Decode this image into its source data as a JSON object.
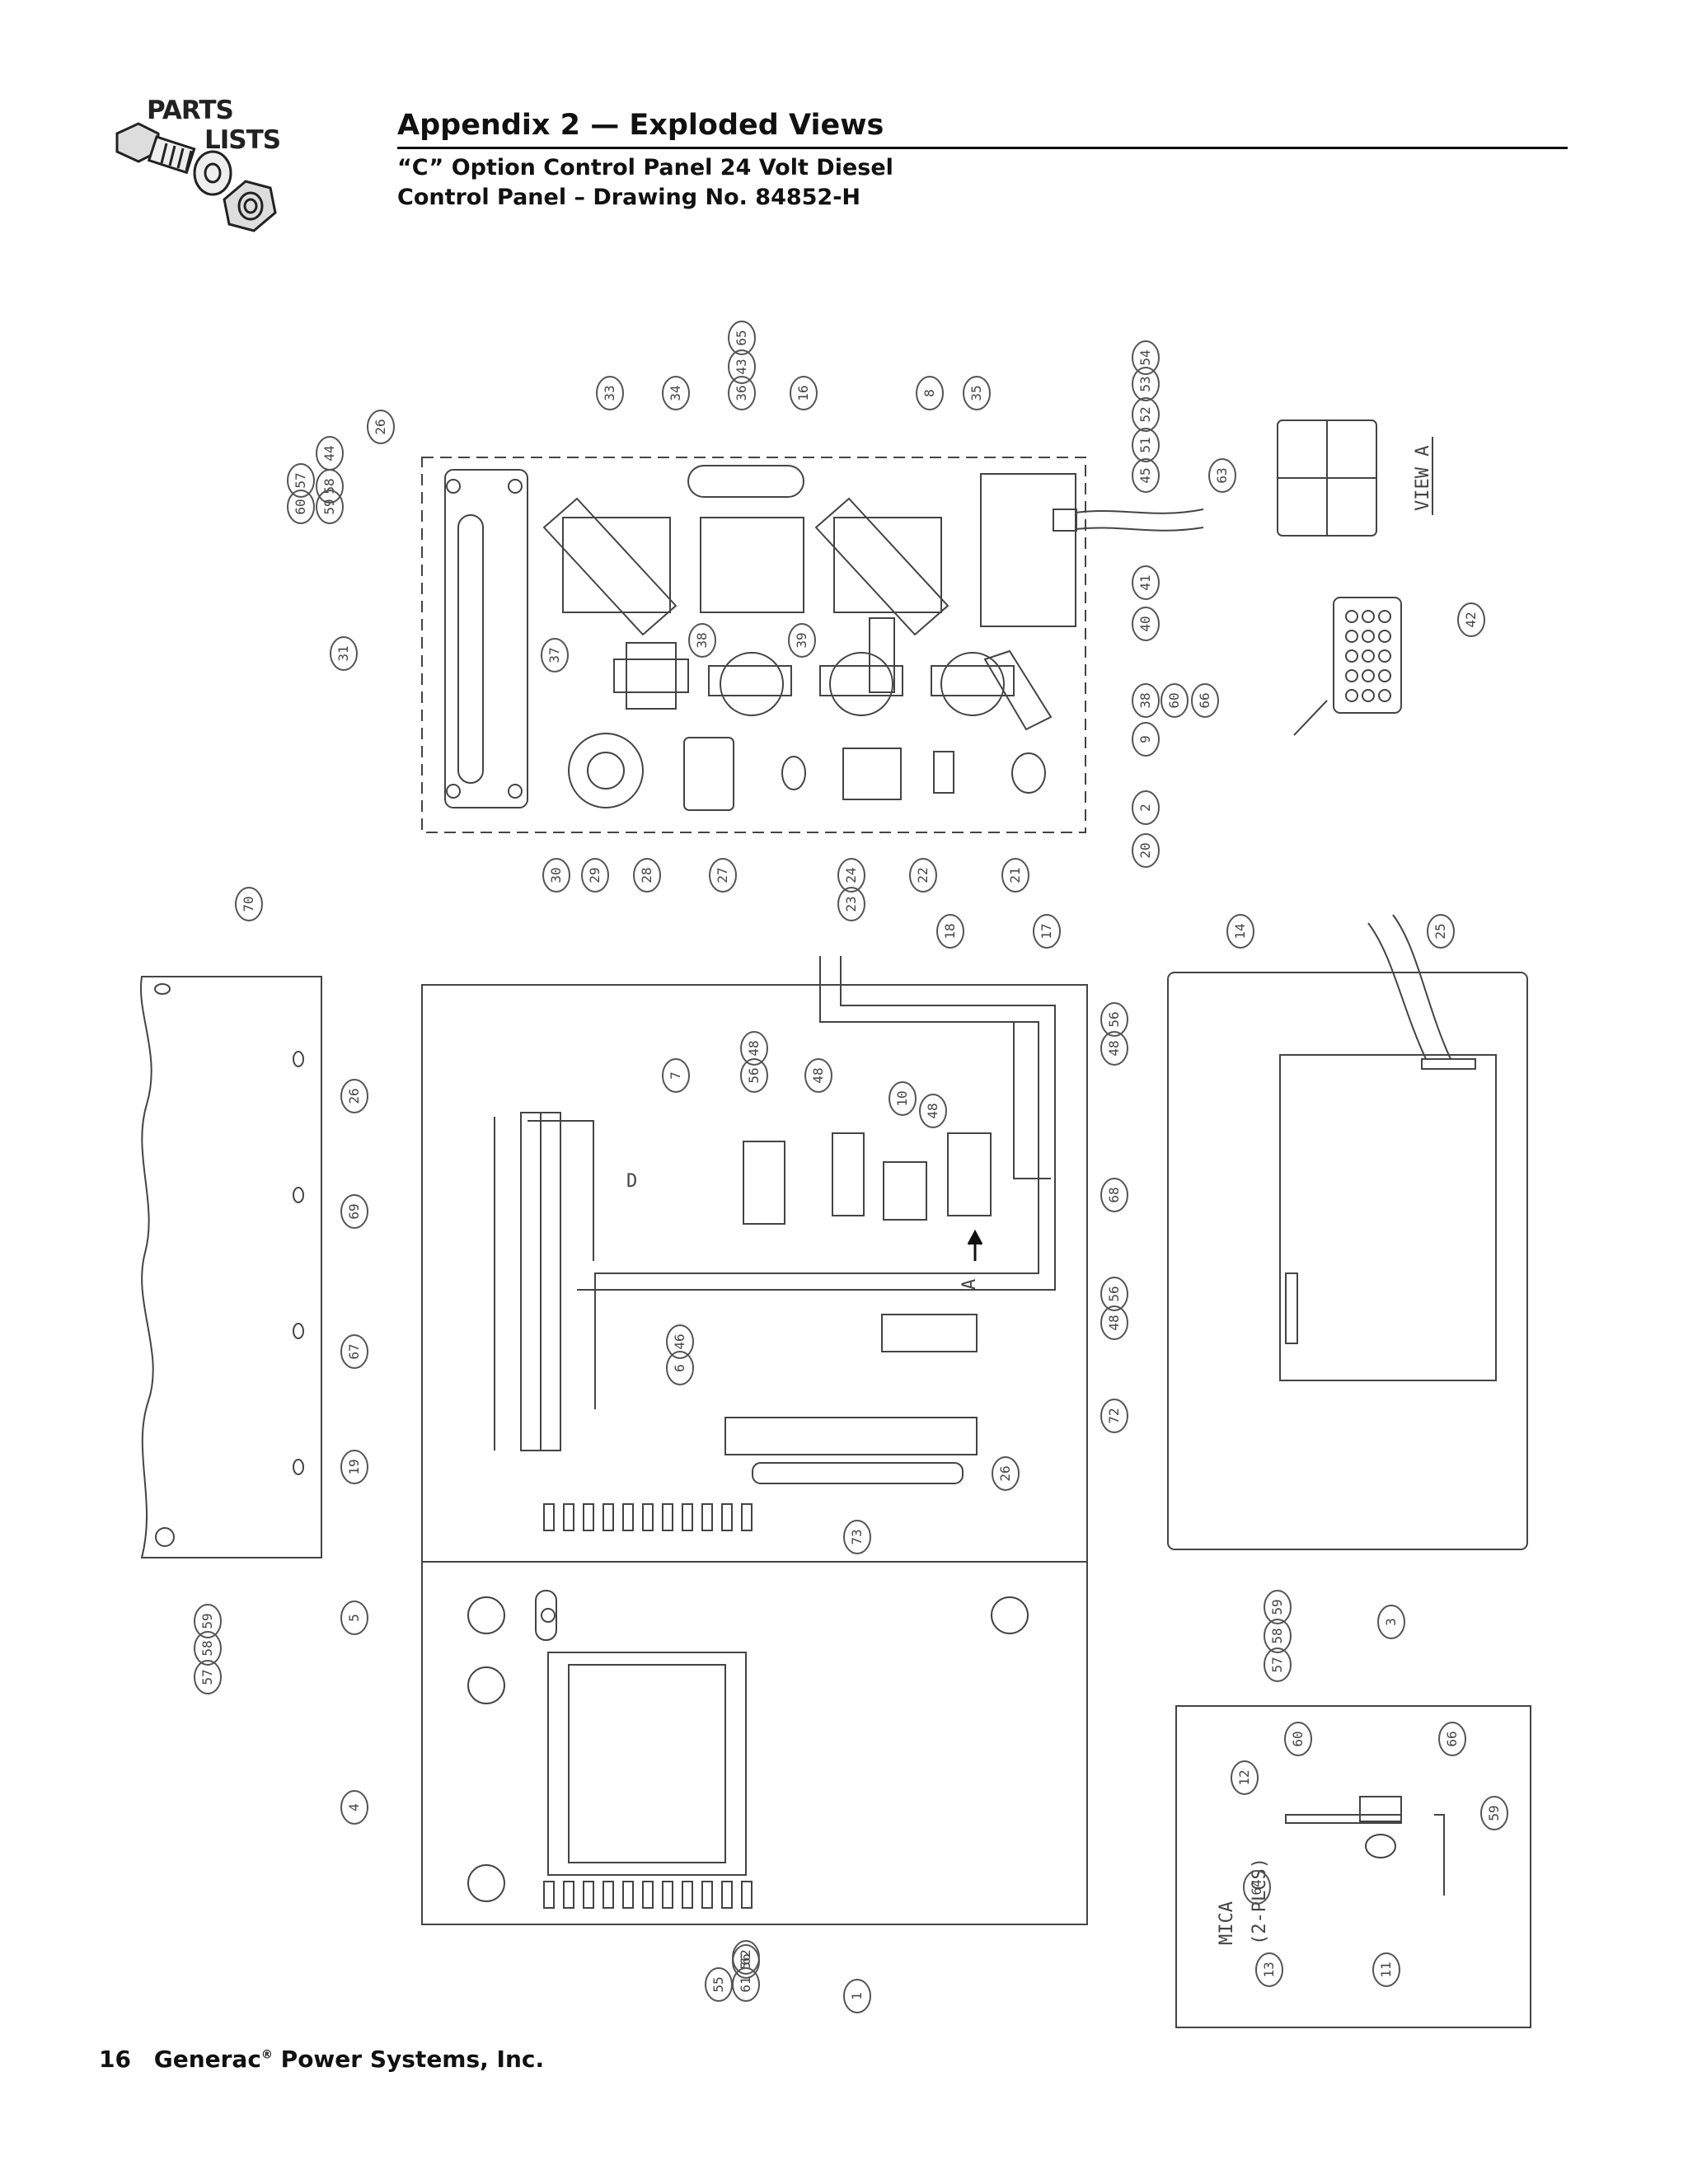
{
  "header": {
    "logo_line1": "PARTS",
    "logo_line2": "LISTS",
    "title": "Appendix 2 — Exploded Views",
    "subtitle_line1": "“C” Option Control Panel 24 Volt Diesel",
    "subtitle_line2": "Control Panel – Drawing No. 84852-H"
  },
  "footer": {
    "page_number": "16",
    "company": "Generac",
    "company_suffix": "Power Systems, Inc."
  },
  "drawing": {
    "view_label": "VIEW A",
    "mica_label": "MICA",
    "mica_note": "(2-PLCS)",
    "arrow_label": "A",
    "panel_label": "D",
    "callouts_top": [
      "26",
      "44",
      "58",
      "57",
      "60",
      "59",
      "31",
      "33",
      "34",
      "36",
      "43",
      "65",
      "16",
      "8",
      "35",
      "45",
      "51",
      "52",
      "53",
      "54",
      "63",
      "41",
      "40",
      "38",
      "60",
      "66",
      "9",
      "2",
      "20",
      "21",
      "22",
      "24",
      "23",
      "27",
      "28",
      "29",
      "30",
      "37",
      "38",
      "39",
      "42"
    ],
    "callouts_bottom": [
      "70",
      "59",
      "58",
      "57",
      "18",
      "17",
      "14",
      "25",
      "26",
      "69",
      "67",
      "19",
      "7",
      "56",
      "48",
      "48",
      "10",
      "48",
      "56",
      "48",
      "68",
      "46",
      "6",
      "56",
      "48",
      "72",
      "26",
      "73",
      "5",
      "4",
      "55",
      "56",
      "61",
      "62",
      "1",
      "3",
      "57",
      "58",
      "59",
      "60",
      "66",
      "12",
      "59",
      "64",
      "13",
      "11"
    ]
  }
}
